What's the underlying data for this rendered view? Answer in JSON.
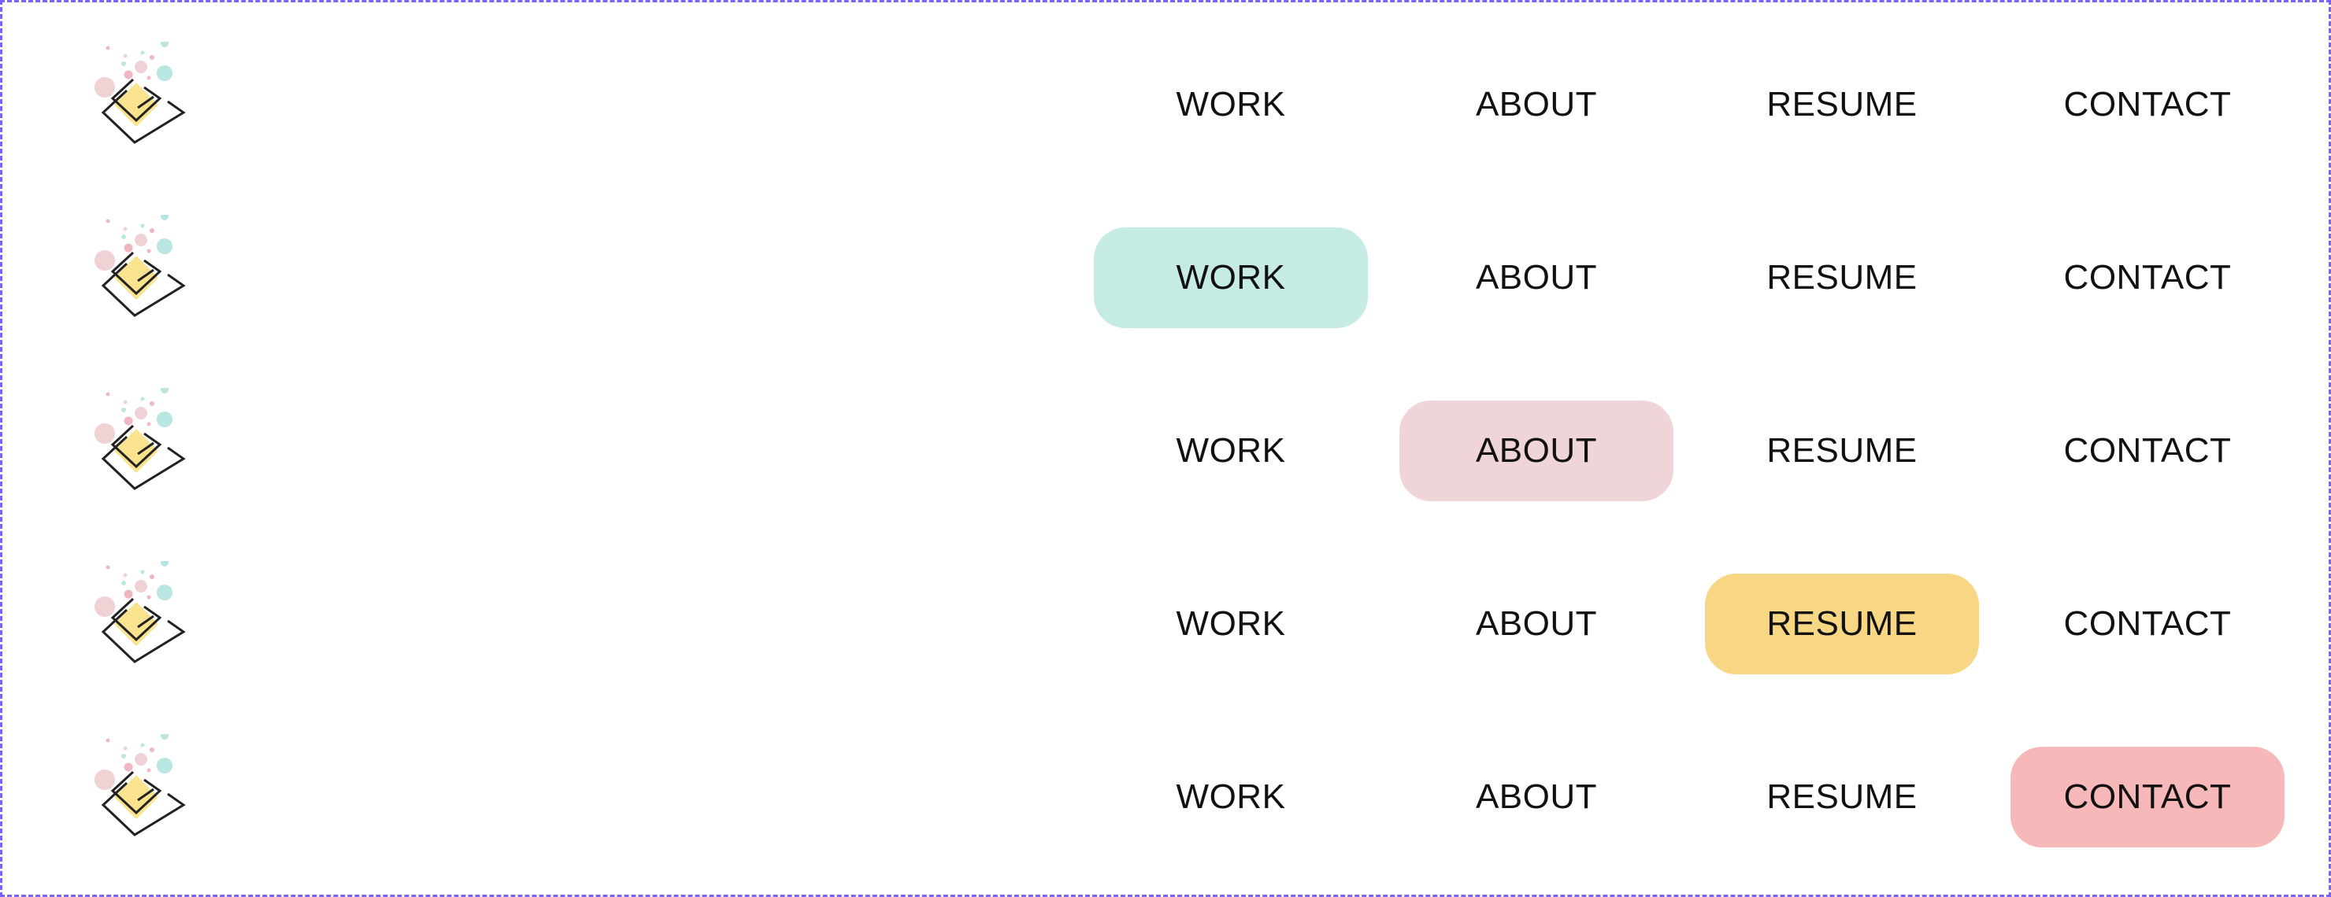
{
  "nav_labels": {
    "work": "WORK",
    "about": "ABOUT",
    "resume": "RESUME",
    "contact": "CONTACT"
  },
  "rows": [
    {
      "variant": "default",
      "active_item": "none"
    },
    {
      "variant": "work-active",
      "active_item": "work"
    },
    {
      "variant": "about-active",
      "active_item": "about"
    },
    {
      "variant": "resume-active",
      "active_item": "resume"
    },
    {
      "variant": "contact-active",
      "active_item": "contact"
    }
  ],
  "colors": {
    "work_highlight": "#c6ebe5",
    "about_highlight": "#f0d5d8",
    "resume_highlight": "#f7d784",
    "contact_highlight": "#f6b8b8",
    "frame_border": "#7b61ff",
    "text": "#111111"
  },
  "logo": {
    "icon": "diamond-bubbles-logo-icon"
  }
}
